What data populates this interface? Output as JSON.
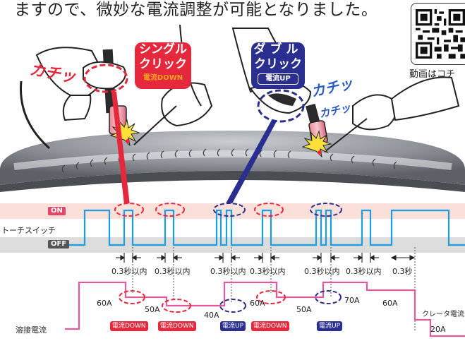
{
  "header_text": "ますので、微妙な電流調整が可能となりました。",
  "qr": {
    "caption": "動画はコチ",
    "icon": "qr-code-icon"
  },
  "callouts": {
    "single": {
      "line1": "シングル",
      "line2": "クリック",
      "sub": "電流DOWN",
      "color": "#e5283c",
      "sub_color": "#f0a020"
    },
    "double": {
      "line1": "ダブル",
      "line2": "クリック",
      "sub": "電流UP",
      "color": "#2a2f8f",
      "sub_color": "#ffffff"
    }
  },
  "sound_effects": {
    "left": "カチッ",
    "right_1": "カチッ",
    "right_2": "カチッ"
  },
  "switch": {
    "label": "トーチスイッチ",
    "on_label": "ON",
    "off_label": "OFF"
  },
  "intervals": [
    "0.3秒以内",
    "0.3秒以内",
    "0.3秒以内",
    "0.3秒以内",
    "0.3秒以内",
    "0.3秒以内",
    "0.3秒"
  ],
  "current": {
    "label": "溶接電流",
    "crater_label": "クレータ電流",
    "levels": [
      "60A",
      "50A",
      "40A",
      "60A",
      "50A",
      "70A",
      "60A",
      "20A"
    ],
    "actions": [
      "電流DOWN",
      "電流DOWN",
      "電流UP",
      "電流DOWN",
      "電流UP"
    ],
    "colors": {
      "down": "#e5283c",
      "up": "#2a2f8f",
      "line": "#e25a9c",
      "switch_line": "#1a9ee0"
    }
  }
}
